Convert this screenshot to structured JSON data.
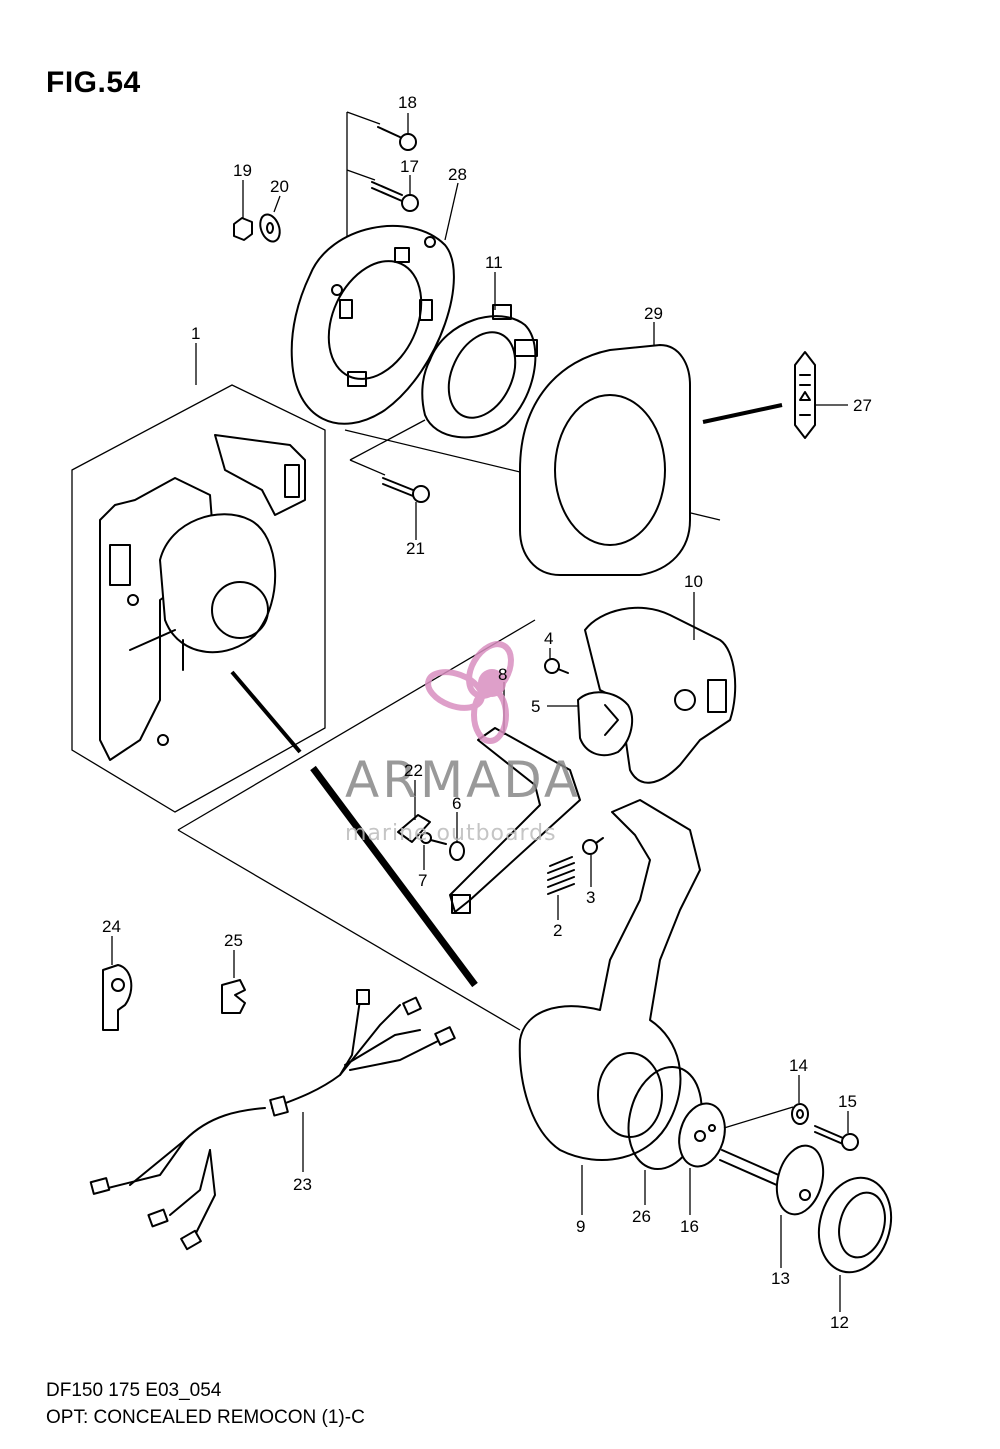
{
  "figure": {
    "title": "FIG.54",
    "code": "DF150 175 E03_054",
    "caption": "OPT: CONCEALED REMOCON (1)-C"
  },
  "watermark": {
    "brand": "ARMADA",
    "tagline": "marine outboards",
    "logo_color": "#d98fc0"
  },
  "callouts": [
    "1",
    "2",
    "3",
    "4",
    "5",
    "6",
    "7",
    "8",
    "9",
    "10",
    "11",
    "12",
    "13",
    "14",
    "15",
    "16",
    "17",
    "18",
    "19",
    "20",
    "21",
    "22",
    "23",
    "24",
    "25",
    "26",
    "27",
    "28",
    "29"
  ]
}
